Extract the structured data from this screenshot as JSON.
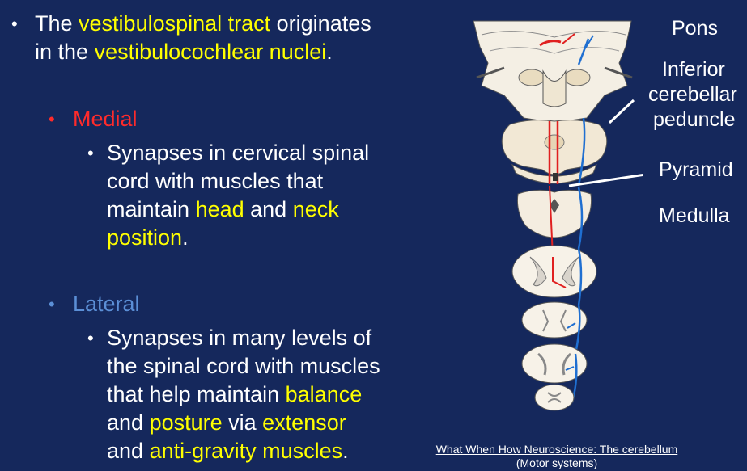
{
  "main_bullet": {
    "line1_a": "The ",
    "line1_b": "vestibulospinal tract",
    "line1_c": " originates",
    "line2_a": "in the ",
    "line2_b": "vestibulocochlear nuclei",
    "line2_c": "."
  },
  "medial": {
    "title": "Medial",
    "line1": "Synapses in cervical spinal",
    "line2": "cord with muscles that",
    "line3_a": "maintain ",
    "line3_b": "head",
    "line3_c": " and ",
    "line3_d": "neck",
    "line4_a": "position",
    "line4_b": "."
  },
  "lateral": {
    "title": "Lateral",
    "line1": "Synapses in many levels of",
    "line2": "the spinal cord with muscles",
    "line3_a": "that help maintain ",
    "line3_b": "balance",
    "line4_a": "and ",
    "line4_b": "posture",
    "line4_c": " via ",
    "line4_d": "extensor",
    "line5_a": "and ",
    "line5_b": "anti-gravity muscles",
    "line5_c": "."
  },
  "diagram_labels": {
    "pons": "Pons",
    "icp_1": "Inferior",
    "icp_2": "cerebellar",
    "icp_3": "peduncle",
    "pyramid": "Pyramid",
    "medulla": "Medulla"
  },
  "citation": {
    "line1": "What When How Neuroscience: The cerebellum",
    "line2": "(Motor systems)"
  },
  "colors": {
    "background": "#15285c",
    "text": "#ffffff",
    "highlight": "#ffff00",
    "medial": "#ff2b2b",
    "lateral": "#5b8fd6",
    "tract_red": "#e02020",
    "tract_blue": "#1f6fd1"
  }
}
